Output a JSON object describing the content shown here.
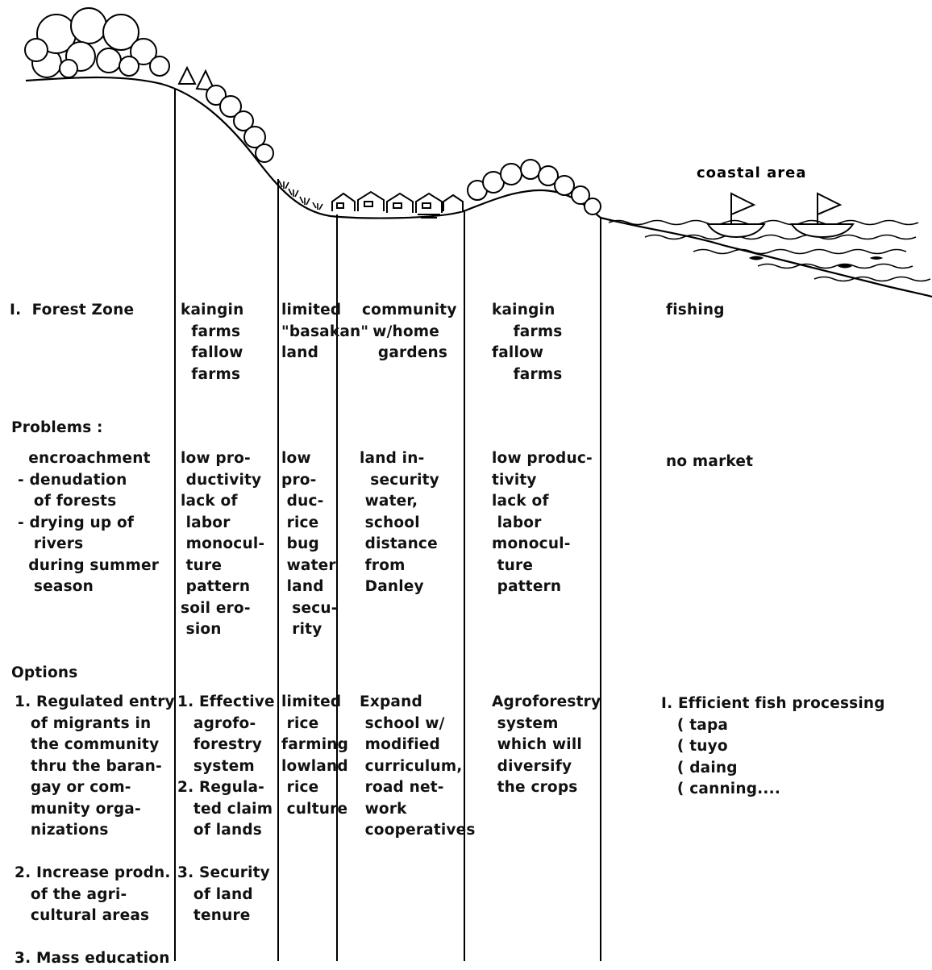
{
  "landscape": {
    "coastal_label": "coastal area"
  },
  "forest_zone_row": {
    "heading": "I.  Forest Zone",
    "kaingin_farms_1": "kaingin\n  farms\n  fallow\n  farms",
    "basakan_land": "limited\n\"basakan\"\nland",
    "community": "community\n  w/home\n   gardens",
    "kaingin_farms_2": "kaingin\n    farms\nfallow\n    farms",
    "fishing": "fishing"
  },
  "problems_row": {
    "heading": "Problems :",
    "forest_zone": "  encroachment\n- denudation\n   of forests\n- drying up of\n   rivers\n  during summer\n   season",
    "kaingin_farms_1": "low pro-\n ductivity\nlack of\n labor\n monocul-\n ture\n pattern\nsoil ero-\n sion",
    "basakan_land": "low\npro-\n duc-\n rice\n bug\n water\n land\n  secu-\n  rity",
    "community": "land in-\n  security\n water,\n school\n distance\n from\n Danley",
    "kaingin_farms_2": "low produc-\ntivity\nlack of\n labor\nmonocul-\n ture\n pattern",
    "fishing": "no market"
  },
  "options_row": {
    "heading": "Options",
    "forest_zone": "1. Regulated entry\n   of migrants in\n   the community\n   thru the baran-\n   gay or com-\n   munity orga-\n   nizations\n\n2. Increase prodn.\n   of the agri-\n   cultural areas\n\n3. Mass education",
    "kaingin_farms_1": "1. Effective\n   agrofo-\n   forestry\n   system\n2. Regula-\n   ted claim\n   of lands\n\n3. Security\n   of land\n   tenure",
    "basakan_land": "limited\n rice\nfarming\nlowland\n rice\n culture",
    "community": "Expand\n school w/\n modified\n curriculum,\n road net-\n work\n cooperatives",
    "kaingin_farms_2": "Agroforestry\n system\n which will\n diversify\n the crops",
    "fishing": "I. Efficient fish processing\n   ( tapa\n   ( tuyo\n   ( daing\n   ( canning...."
  }
}
